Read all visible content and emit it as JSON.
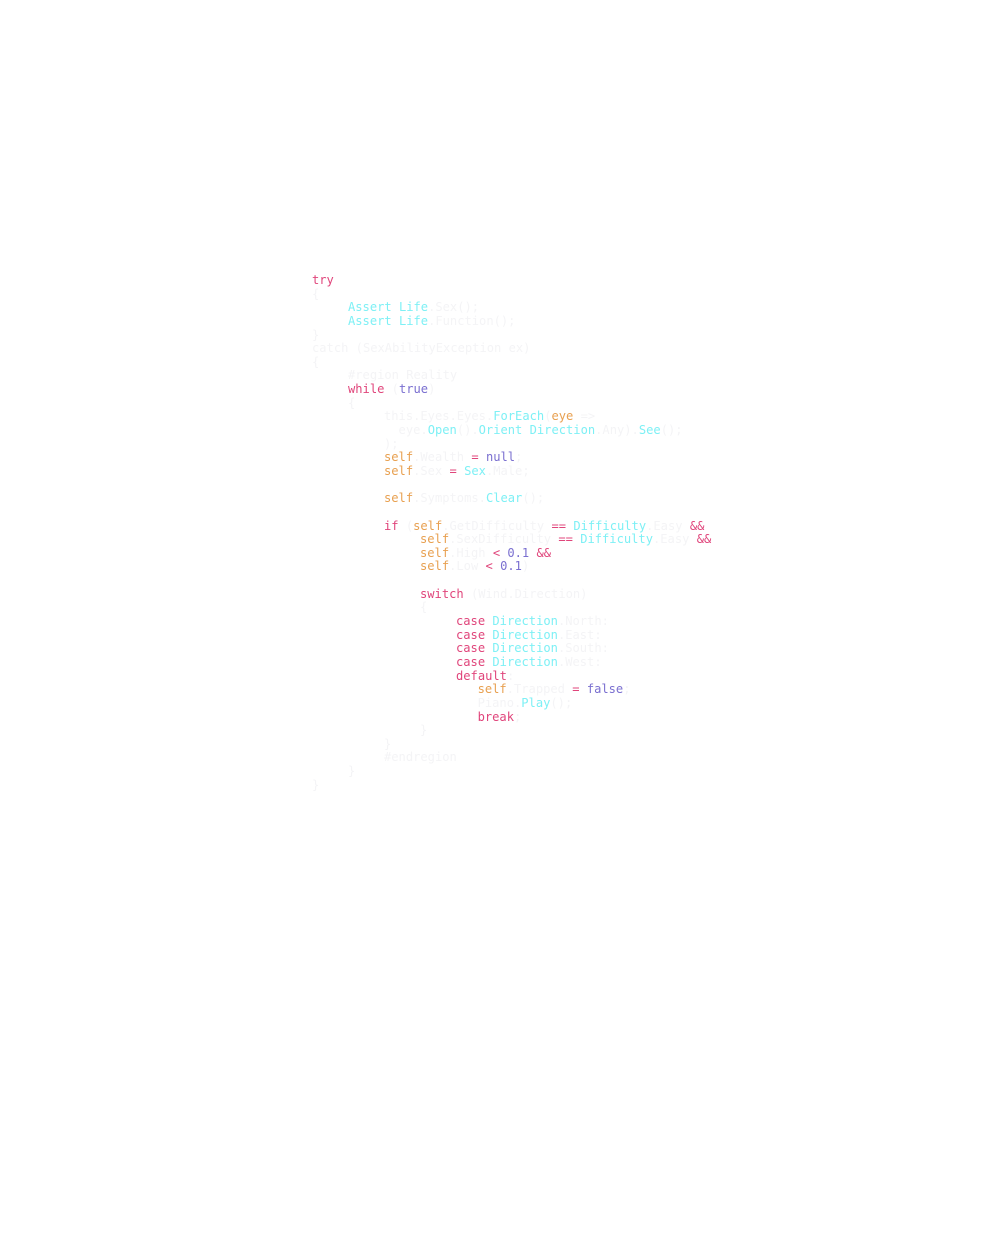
{
  "colors": {
    "keyword": "#e0457b",
    "type": "#7ef0f5",
    "self": "#e8a050",
    "literal": "#7a6fd0",
    "plain": "#f4f4f6"
  },
  "lines": [
    {
      "indent": 0,
      "tokens": [
        {
          "t": "try",
          "c": "kw"
        }
      ]
    },
    {
      "indent": 0,
      "tokens": [
        {
          "t": "{",
          "c": "pl"
        }
      ]
    },
    {
      "indent": 1,
      "tokens": [
        {
          "t": "Assert Life",
          "c": "ty"
        },
        {
          "t": ".Sex();",
          "c": "pl"
        }
      ]
    },
    {
      "indent": 1,
      "tokens": [
        {
          "t": "Assert Life",
          "c": "ty"
        },
        {
          "t": ".Function();",
          "c": "pl"
        }
      ]
    },
    {
      "indent": 0,
      "tokens": [
        {
          "t": "}",
          "c": "pl"
        }
      ]
    },
    {
      "indent": 0,
      "tokens": [
        {
          "t": "catch (SexAbilityException ex)",
          "c": "pl"
        }
      ]
    },
    {
      "indent": 0,
      "tokens": [
        {
          "t": "{",
          "c": "pl"
        }
      ]
    },
    {
      "indent": 1,
      "tokens": [
        {
          "t": "#region Reality",
          "c": "pl"
        }
      ]
    },
    {
      "indent": 1,
      "tokens": [
        {
          "t": "while",
          "c": "kw"
        },
        {
          "t": " (",
          "c": "pl"
        },
        {
          "t": "true",
          "c": "lit"
        },
        {
          "t": ")",
          "c": "pl"
        }
      ]
    },
    {
      "indent": 1,
      "tokens": [
        {
          "t": "{",
          "c": "pl"
        }
      ]
    },
    {
      "indent": 2,
      "tokens": [
        {
          "t": "this.Eyes.Eyes.",
          "c": "pl"
        },
        {
          "t": "ForEach",
          "c": "ty"
        },
        {
          "t": "(",
          "c": "pl"
        },
        {
          "t": "eye",
          "c": "self"
        },
        {
          "t": " =>",
          "c": "pl"
        }
      ]
    },
    {
      "indent": 2,
      "tokens": [
        {
          "t": "  eye.",
          "c": "pl"
        },
        {
          "t": "Open",
          "c": "ty"
        },
        {
          "t": "().",
          "c": "pl"
        },
        {
          "t": "Orient Direction",
          "c": "ty"
        },
        {
          "t": ".Any).",
          "c": "pl"
        },
        {
          "t": "See",
          "c": "ty"
        },
        {
          "t": "();",
          "c": "pl"
        }
      ]
    },
    {
      "indent": 2,
      "tokens": [
        {
          "t": ");",
          "c": "pl"
        }
      ]
    },
    {
      "indent": 2,
      "tokens": [
        {
          "t": "self",
          "c": "self"
        },
        {
          "t": ".Wealth ",
          "c": "pl"
        },
        {
          "t": "= ",
          "c": "op"
        },
        {
          "t": "null",
          "c": "lit"
        },
        {
          "t": ";",
          "c": "pl"
        }
      ]
    },
    {
      "indent": 2,
      "tokens": [
        {
          "t": "self",
          "c": "self"
        },
        {
          "t": ".Sex ",
          "c": "pl"
        },
        {
          "t": "= ",
          "c": "op"
        },
        {
          "t": "Sex",
          "c": "ty"
        },
        {
          "t": ".Male;",
          "c": "pl"
        }
      ]
    },
    {
      "indent": 0,
      "tokens": []
    },
    {
      "indent": 2,
      "tokens": [
        {
          "t": "self",
          "c": "self"
        },
        {
          "t": ".Symptoms.",
          "c": "pl"
        },
        {
          "t": "Clear",
          "c": "ty"
        },
        {
          "t": "();",
          "c": "pl"
        }
      ]
    },
    {
      "indent": 0,
      "tokens": []
    },
    {
      "indent": 2,
      "tokens": [
        {
          "t": "if",
          "c": "kw"
        },
        {
          "t": " (",
          "c": "pl"
        },
        {
          "t": "self",
          "c": "self"
        },
        {
          "t": ".GetDifficulty ",
          "c": "pl"
        },
        {
          "t": "== ",
          "c": "op"
        },
        {
          "t": "Difficulty",
          "c": "ty"
        },
        {
          "t": ".Easy ",
          "c": "pl"
        },
        {
          "t": "&&",
          "c": "op"
        }
      ]
    },
    {
      "indent": 3,
      "tokens": [
        {
          "t": "self",
          "c": "self"
        },
        {
          "t": ".SexDifficulty ",
          "c": "pl"
        },
        {
          "t": "== ",
          "c": "op"
        },
        {
          "t": "Difficulty",
          "c": "ty"
        },
        {
          "t": ".Easy ",
          "c": "pl"
        },
        {
          "t": "&&",
          "c": "op"
        }
      ]
    },
    {
      "indent": 3,
      "tokens": [
        {
          "t": "self",
          "c": "self"
        },
        {
          "t": ".High ",
          "c": "pl"
        },
        {
          "t": "< ",
          "c": "op"
        },
        {
          "t": "0.1",
          "c": "lit"
        },
        {
          "t": " ",
          "c": "pl"
        },
        {
          "t": "&&",
          "c": "op"
        }
      ]
    },
    {
      "indent": 3,
      "tokens": [
        {
          "t": "self",
          "c": "self"
        },
        {
          "t": ".Low ",
          "c": "pl"
        },
        {
          "t": "< ",
          "c": "op"
        },
        {
          "t": "0.1",
          "c": "lit"
        },
        {
          "t": ")",
          "c": "pl"
        }
      ]
    },
    {
      "indent": 0,
      "tokens": []
    },
    {
      "indent": 3,
      "tokens": [
        {
          "t": "switch",
          "c": "kw"
        },
        {
          "t": " (Wind.Direction)",
          "c": "pl"
        }
      ]
    },
    {
      "indent": 3,
      "tokens": [
        {
          "t": "{",
          "c": "pl"
        }
      ]
    },
    {
      "indent": 4,
      "tokens": [
        {
          "t": "case ",
          "c": "kw"
        },
        {
          "t": "Direction",
          "c": "ty"
        },
        {
          "t": ".North:",
          "c": "pl"
        }
      ]
    },
    {
      "indent": 4,
      "tokens": [
        {
          "t": "case ",
          "c": "kw"
        },
        {
          "t": "Direction",
          "c": "ty"
        },
        {
          "t": ".East:",
          "c": "pl"
        }
      ]
    },
    {
      "indent": 4,
      "tokens": [
        {
          "t": "case ",
          "c": "kw"
        },
        {
          "t": "Direction",
          "c": "ty"
        },
        {
          "t": ".South:",
          "c": "pl"
        }
      ]
    },
    {
      "indent": 4,
      "tokens": [
        {
          "t": "case ",
          "c": "kw"
        },
        {
          "t": "Direction",
          "c": "ty"
        },
        {
          "t": ".West:",
          "c": "pl"
        }
      ]
    },
    {
      "indent": 4,
      "tokens": [
        {
          "t": "default",
          "c": "kw"
        },
        {
          "t": ":",
          "c": "pl"
        }
      ]
    },
    {
      "indent": 4.6,
      "tokens": [
        {
          "t": "self",
          "c": "self"
        },
        {
          "t": ".Trapped ",
          "c": "pl"
        },
        {
          "t": "= ",
          "c": "op"
        },
        {
          "t": "false",
          "c": "lit"
        },
        {
          "t": ";",
          "c": "pl"
        }
      ]
    },
    {
      "indent": 4.6,
      "tokens": [
        {
          "t": "Piano.",
          "c": "pl"
        },
        {
          "t": "Play",
          "c": "ty"
        },
        {
          "t": "();",
          "c": "pl"
        }
      ]
    },
    {
      "indent": 4.6,
      "tokens": [
        {
          "t": "break",
          "c": "kw"
        },
        {
          "t": ";",
          "c": "pl"
        }
      ]
    },
    {
      "indent": 3,
      "tokens": [
        {
          "t": "}",
          "c": "pl"
        }
      ]
    },
    {
      "indent": 2,
      "tokens": [
        {
          "t": "}",
          "c": "pl"
        }
      ]
    },
    {
      "indent": 2,
      "tokens": [
        {
          "t": "#endregion",
          "c": "pl"
        }
      ]
    },
    {
      "indent": 1,
      "tokens": [
        {
          "t": "}",
          "c": "pl"
        }
      ]
    },
    {
      "indent": 0,
      "tokens": [
        {
          "t": "}",
          "c": "pl"
        }
      ]
    }
  ]
}
